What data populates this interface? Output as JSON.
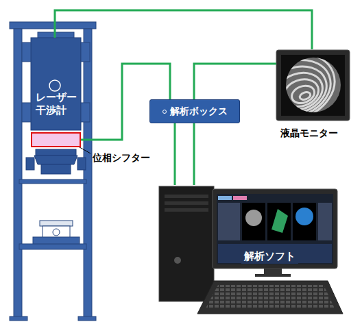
{
  "diagram": {
    "nodes": [
      {
        "text": [
          "レーザー 干渉計"
        ]
      },
      {
        "text": [
          "位相シフター"
        ]
      },
      {
        "text": [
          "解析ボックス"
        ]
      },
      {
        "text": [
          "液晶モニター"
        ]
      },
      {
        "text": [
          "解析ソフト"
        ]
      }
    ],
    "edges": [
      {
        "from": 0,
        "to": 3,
        "arrow": "none"
      },
      {
        "from": 1,
        "to": 2,
        "arrow": "none"
      },
      {
        "from": 2,
        "to": 4,
        "arrow": "none"
      },
      {
        "from": 3,
        "to": 4,
        "arrow": "none"
      }
    ]
  }
}
